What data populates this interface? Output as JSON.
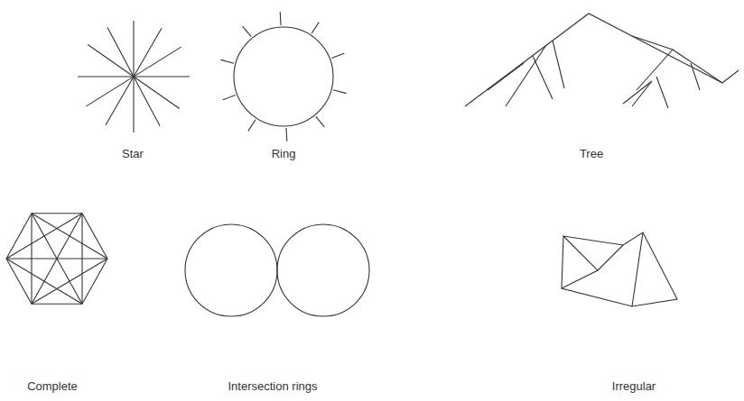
{
  "diagram": {
    "labels": [
      "Star",
      "Ring",
      "Tree",
      "Complete",
      "Intersection rings",
      "Irregular"
    ]
  }
}
